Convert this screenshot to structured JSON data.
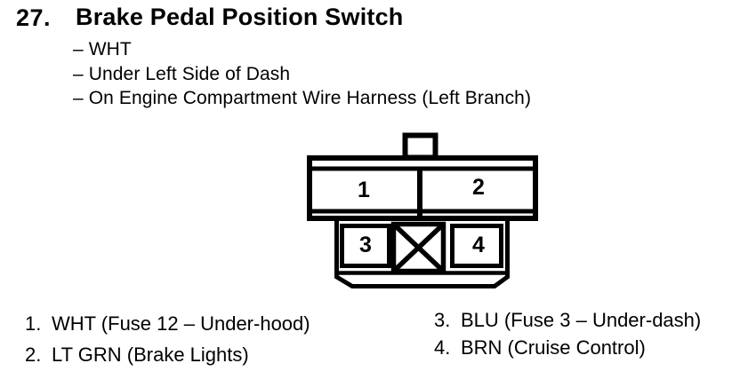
{
  "page": {
    "background": "#ffffff",
    "ink": "#000000"
  },
  "item": {
    "number": "27.",
    "title": "Brake Pedal Position Switch",
    "details": [
      "– WHT",
      "– Under Left Side of Dash",
      "– On Engine Compartment Wire Harness (Left Branch)"
    ]
  },
  "connector": {
    "name": "brake-pedal-position-switch-connector",
    "pins": [
      "1",
      "2",
      "3",
      "4"
    ]
  },
  "pin_legend": {
    "left": [
      {
        "num": "1.",
        "text": "WHT (Fuse 12 – Under-hood)"
      },
      {
        "num": "2.",
        "text": "LT GRN (Brake Lights)"
      }
    ],
    "right": [
      {
        "num": "3.",
        "text": "BLU (Fuse 3 – Under-dash)"
      },
      {
        "num": "4.",
        "text": "BRN (Cruise Control)"
      }
    ]
  }
}
